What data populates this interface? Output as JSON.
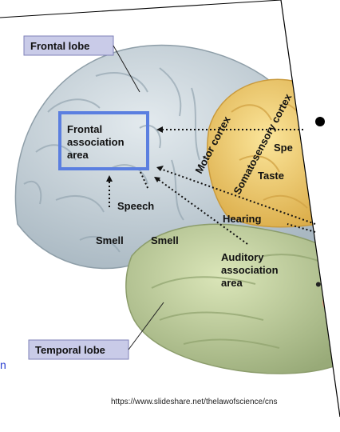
{
  "labels": {
    "frontal_lobe": "Frontal lobe",
    "temporal_lobe": "Temporal lobe",
    "frontal_association_line1": "Frontal",
    "frontal_association_line2": "association",
    "frontal_association_line3": "area",
    "motor_cortex": "Motor cortex",
    "somatosensory_cortex": "Somatosensory cortex",
    "speech_partial": "Spe",
    "taste": "Taste",
    "speech": "Speech",
    "hearing": "Hearing",
    "smell_1": "Smell",
    "smell_2": "Smell",
    "auditory_line1": "Auditory",
    "auditory_line2": "association",
    "auditory_line3": "area"
  },
  "edge_char": "n",
  "source_url": "https://www.slideshare.net/thelawofscience/cns",
  "colors": {
    "label_box_bg": "#c9cbe8",
    "brain_cortex": "#c8d3da",
    "sensory_region": "#f0cf72",
    "temporal": "#c2d09a",
    "highlight_box": "#5b7fe0"
  }
}
